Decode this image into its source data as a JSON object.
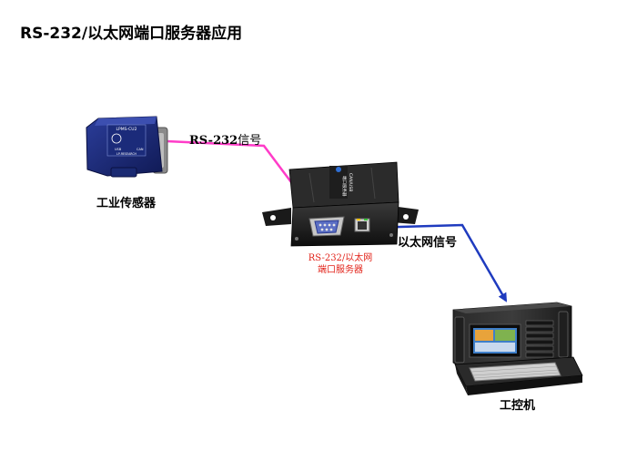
{
  "diagram": {
    "title": "RS-232/以太网端口服务器应用",
    "nodes": {
      "sensor": {
        "label": "工业传感器",
        "device_text": [
          "LPMS-CU2",
          "USB",
          "CAN",
          "LP-RESEARCH"
        ]
      },
      "server": {
        "label_line1": "RS-232/以太网",
        "label_line2": "端口服务器",
        "device_text": [
          "CAN/USB",
          "端口服务器"
        ]
      },
      "pc": {
        "label": "工控机"
      }
    },
    "edges": {
      "rs232": {
        "label_prefix": "RS-232",
        "label_suffix": "信号",
        "color": "#ff3cc8"
      },
      "ethernet": {
        "label": "以太网信号",
        "color": "#1f3bbf"
      }
    },
    "colors": {
      "label_red": "#e2231a",
      "device_dark": "#1a1a1a",
      "sensor_blue": "#1a2a72"
    }
  }
}
